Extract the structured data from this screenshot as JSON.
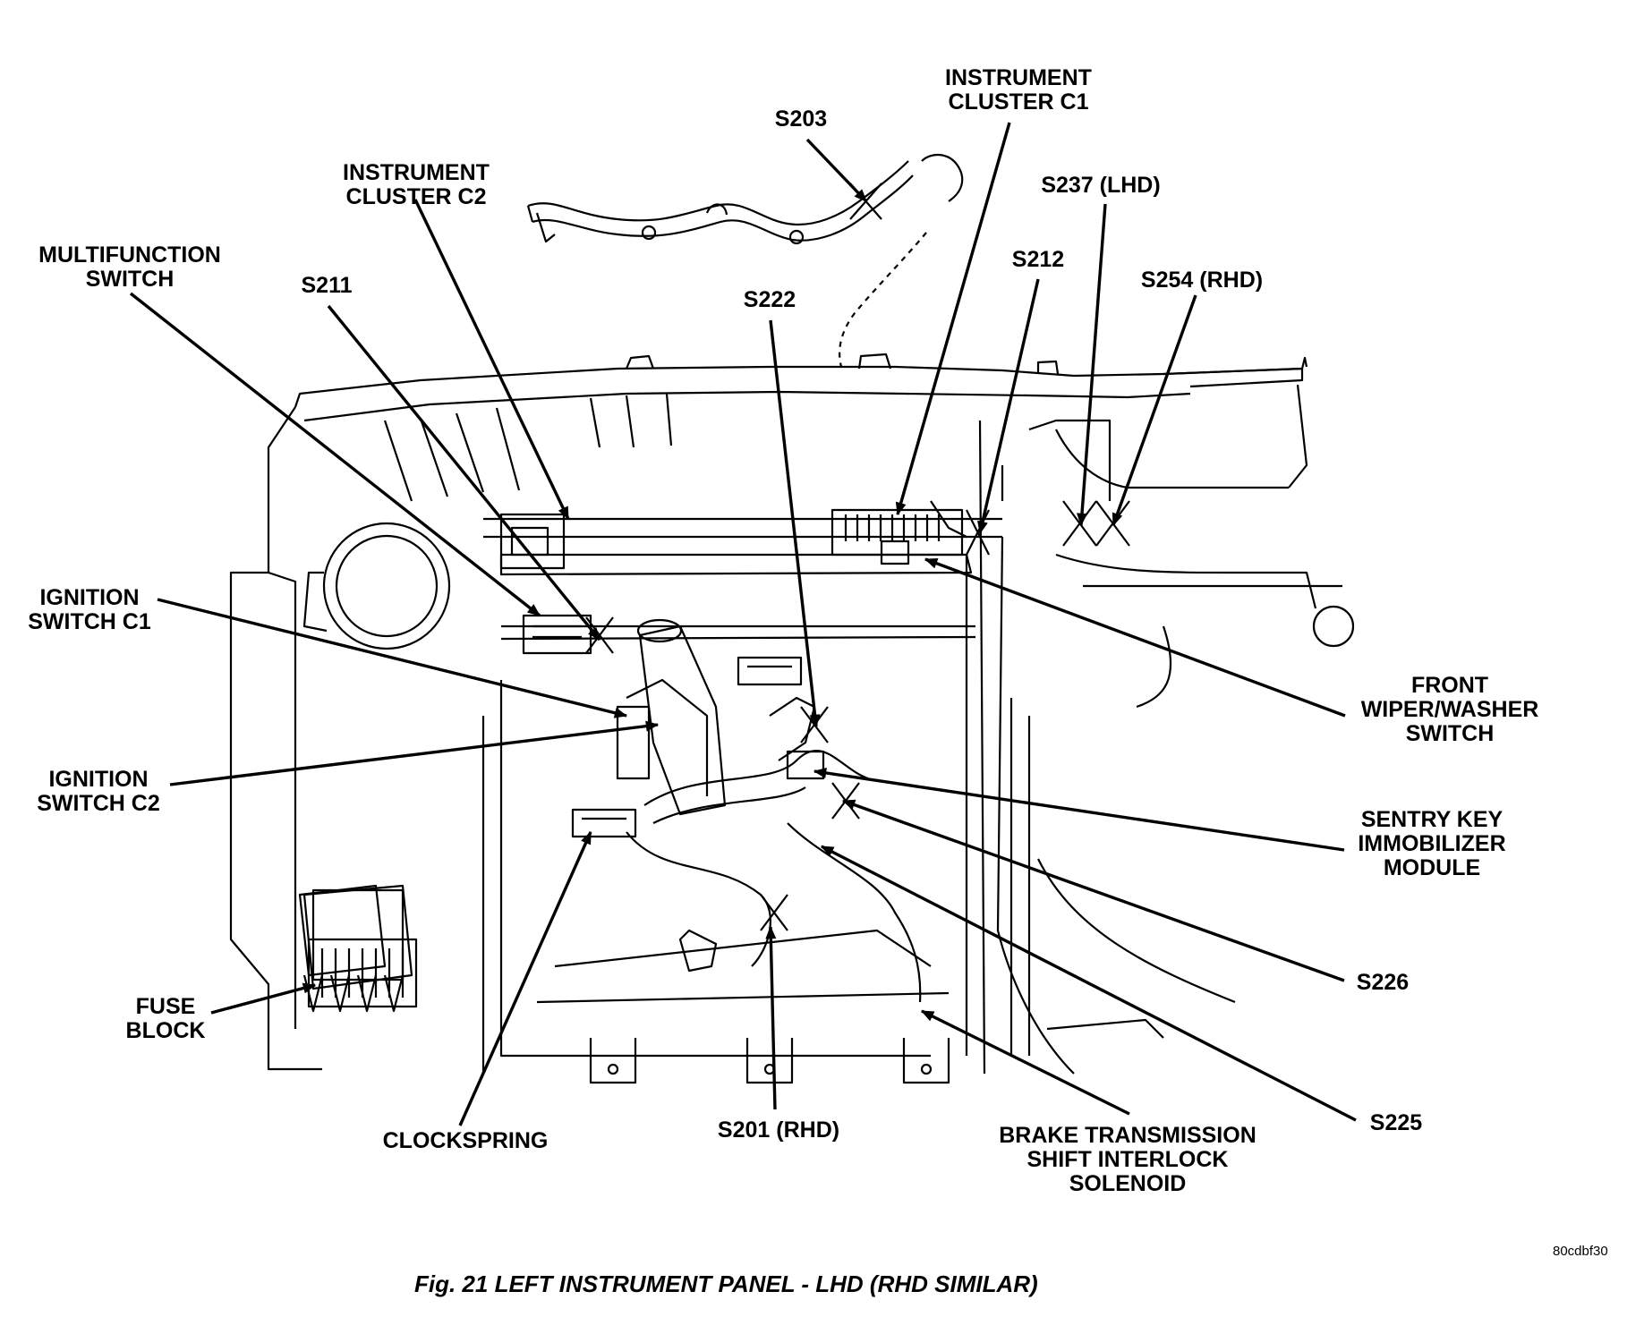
{
  "labels": {
    "instrument_cluster_c1": [
      "INSTRUMENT",
      "CLUSTER C1"
    ],
    "s203": "S203",
    "instrument_cluster_c2": [
      "INSTRUMENT",
      "CLUSTER C2"
    ],
    "s237": "S237 (LHD)",
    "multifunction_switch": [
      "MULTIFUNCTION",
      "SWITCH"
    ],
    "s212": "S212",
    "s211": "S211",
    "s254": "S254 (RHD)",
    "s222": "S222",
    "ignition_switch_c1": [
      "IGNITION",
      "SWITCH C1"
    ],
    "front_wiper_washer_switch": [
      "FRONT",
      "WIPER/WASHER",
      "SWITCH"
    ],
    "ignition_switch_c2": [
      "IGNITION",
      "SWITCH C2"
    ],
    "sentry_key_immobilizer_module": [
      "SENTRY KEY",
      "IMMOBILIZER",
      "MODULE"
    ],
    "s226": "S226",
    "fuse_block": [
      "FUSE",
      "BLOCK"
    ],
    "s225": "S225",
    "clockspring": "CLOCKSPRING",
    "s201": "S201 (RHD)",
    "brake_transmission_shift_interlock_solenoid": [
      "BRAKE TRANSMISSION",
      "SHIFT INTERLOCK",
      "SOLENOID"
    ]
  },
  "image_code": "80cdbf30",
  "caption": "Fig. 21 LEFT INSTRUMENT PANEL - LHD (RHD SIMILAR)",
  "colors": {
    "ink": "#000000",
    "paper": "#ffffff"
  }
}
